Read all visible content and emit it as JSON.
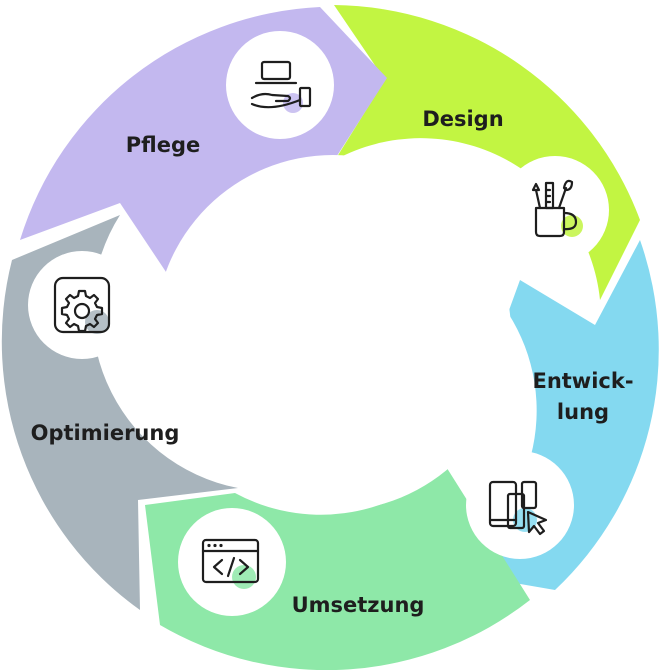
{
  "cycle": {
    "phases": [
      {
        "id": "design",
        "lines": [
          "Design"
        ],
        "color": "#c2f542",
        "icon": "art-supplies-cup-icon"
      },
      {
        "id": "entwicklung",
        "lines": [
          "Entwick-",
          "lung"
        ],
        "color": "#84d9f0",
        "icon": "devices-cursor-icon"
      },
      {
        "id": "umsetzung",
        "lines": [
          "Umsetzung"
        ],
        "color": "#8ee8a8",
        "icon": "code-window-icon"
      },
      {
        "id": "optimierung",
        "lines": [
          "Optimierung"
        ],
        "color": "#a8b4bc",
        "icon": "gear-icon"
      },
      {
        "id": "pflege",
        "lines": [
          "Pflege"
        ],
        "color": "#c3b8ef",
        "icon": "laptop-on-hand-icon"
      }
    ]
  }
}
